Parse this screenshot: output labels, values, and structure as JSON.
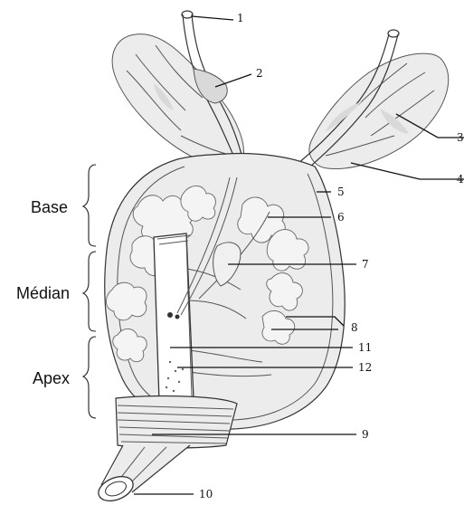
{
  "zones": {
    "base": "Base",
    "median": "Médian",
    "apex": "Apex"
  },
  "labels": {
    "l1": "1",
    "l2": "2",
    "l3": "3",
    "l4": "4",
    "l5": "5",
    "l6": "6",
    "l7": "7",
    "l8": "8",
    "l9": "9",
    "l10": "10",
    "l11": "11",
    "l12": "12"
  }
}
